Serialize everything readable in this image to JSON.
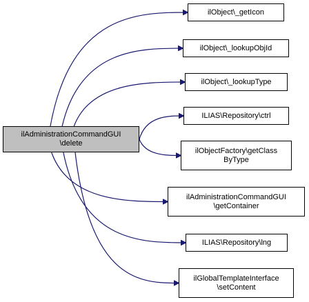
{
  "graph": {
    "edge_color": "#191970",
    "root": {
      "id": "root",
      "lines": [
        "ilAdministrationCommandGUI",
        "\\delete"
      ],
      "fill": "#bfbfbf"
    },
    "callees": [
      {
        "id": "geticon",
        "lines": [
          "ilObject\\_getIcon"
        ]
      },
      {
        "id": "lookupobjid",
        "lines": [
          "ilObject\\_lookupObjId"
        ]
      },
      {
        "id": "lookuptype",
        "lines": [
          "ilObject\\_lookupType"
        ]
      },
      {
        "id": "ctrl",
        "lines": [
          "ILIAS\\Repository\\ctrl"
        ]
      },
      {
        "id": "getclassbytype",
        "lines": [
          "ilObjectFactory\\getClass",
          "ByType"
        ]
      },
      {
        "id": "getcontainer",
        "lines": [
          "ilAdministrationCommandGUI",
          "\\getContainer"
        ]
      },
      {
        "id": "lng",
        "lines": [
          "ILIAS\\Repository\\lng"
        ]
      },
      {
        "id": "setcontent",
        "lines": [
          "ilGlobalTemplateInterface",
          "\\setContent"
        ]
      }
    ]
  }
}
